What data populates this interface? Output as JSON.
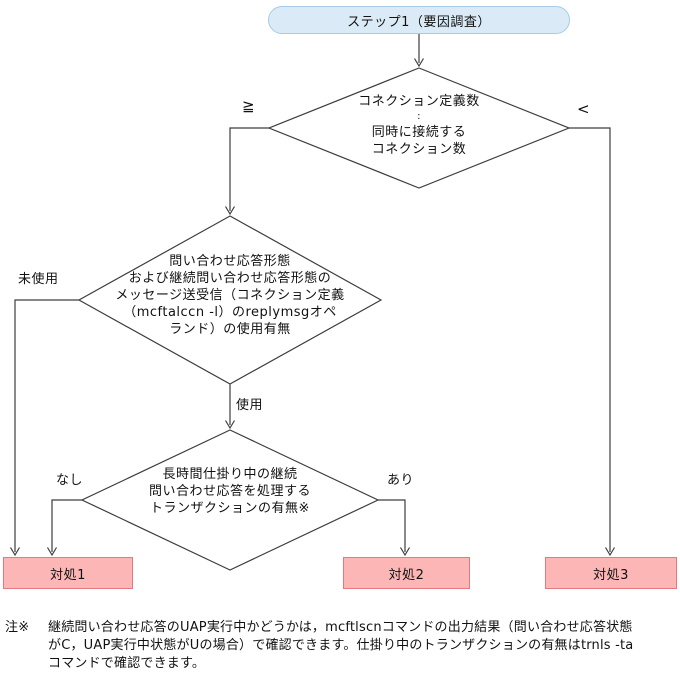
{
  "nodes": {
    "start": {
      "label": "ステップ1（要因調査）"
    },
    "decision1": {
      "lines": [
        "コネクション定義数",
        ":",
        "同時に接続する",
        "コネクション数"
      ]
    },
    "decision2": {
      "lines": [
        "問い合わせ応答形態",
        "および継続問い合わせ応答形態の",
        "メッセージ送受信（コネクション定義",
        "（mcftalccn -l）のreplymsgオペ",
        "ランド）の使用有無"
      ]
    },
    "decision3": {
      "lines": [
        "長時間仕掛り中の継続",
        "問い合わせ応答を処理する",
        "トランザクションの有無※"
      ]
    },
    "action1": {
      "label": "対処1"
    },
    "action2": {
      "label": "対処2"
    },
    "action3": {
      "label": "対処3"
    }
  },
  "edge_labels": {
    "greater_equal": "≧",
    "less_than": "<",
    "unused": "未使用",
    "used": "使用",
    "none": "なし",
    "exists": "あり"
  },
  "note": {
    "marker": "注※",
    "lines": [
      "継続問い合わせ応答のUAP実行中かどうかは，mcftlscnコマンドの出力結果（問い合わせ応答状態",
      "がC，UAP実行中状態がUの場合）で確認できます。仕掛り中のトランザクションの有無はtrnls -ta",
      "コマンドで確認できます。"
    ]
  },
  "colors": {
    "start_fill": "#daebf7",
    "start_border": "#a6cbe8",
    "action_fill": "#fcb6b6",
    "action_border": "#e4797f",
    "line": "#3d3d3d"
  }
}
